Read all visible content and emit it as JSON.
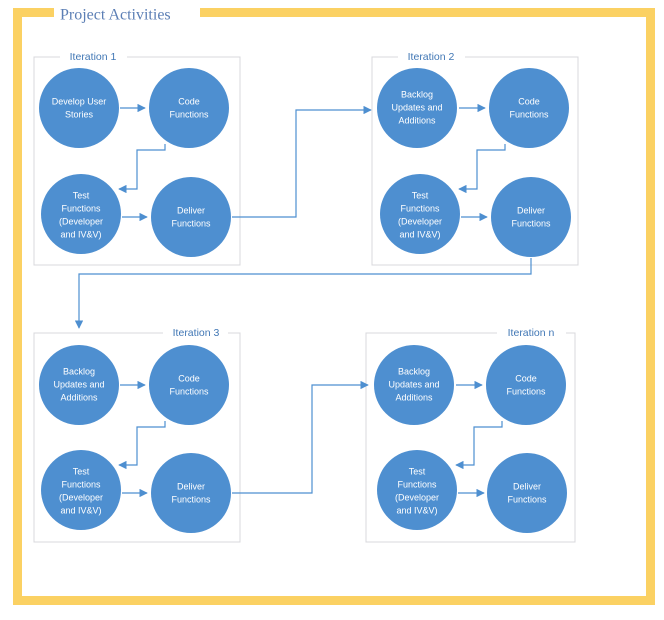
{
  "document": {
    "title": "Project Activities",
    "frame_color": "#FBD163",
    "node_color": "#4E8FD0",
    "connector_color": "#4E8FD0",
    "group_border_color": "#d8d8dc",
    "title_color": "#5C7FB5",
    "group_label_color": "#4177B5"
  },
  "groups": [
    {
      "id": "iteration-1",
      "label": "Iteration 1",
      "nodes": [
        {
          "id": "develop-user-stories",
          "lines": [
            "Develop User",
            "Stories"
          ]
        },
        {
          "id": "code-functions",
          "lines": [
            "Code",
            "Functions"
          ]
        },
        {
          "id": "test-functions",
          "lines": [
            "Test",
            "Functions",
            "(Developer",
            "and IV&V)"
          ]
        },
        {
          "id": "deliver-functions",
          "lines": [
            "Deliver",
            "Functions"
          ]
        }
      ]
    },
    {
      "id": "iteration-2",
      "label": "Iteration 2",
      "nodes": [
        {
          "id": "backlog-updates",
          "lines": [
            "Backlog",
            "Updates and",
            "Additions"
          ]
        },
        {
          "id": "code-functions",
          "lines": [
            "Code",
            "Functions"
          ]
        },
        {
          "id": "test-functions",
          "lines": [
            "Test",
            "Functions",
            "(Developer",
            "and IV&V)"
          ]
        },
        {
          "id": "deliver-functions",
          "lines": [
            "Deliver",
            "Functions"
          ]
        }
      ]
    },
    {
      "id": "iteration-3",
      "label": "Iteration 3",
      "nodes": [
        {
          "id": "backlog-updates",
          "lines": [
            "Backlog",
            "Updates and",
            "Additions"
          ]
        },
        {
          "id": "code-functions",
          "lines": [
            "Code",
            "Functions"
          ]
        },
        {
          "id": "test-functions",
          "lines": [
            "Test",
            "Functions",
            "(Developer",
            "and IV&V)"
          ]
        },
        {
          "id": "deliver-functions",
          "lines": [
            "Deliver",
            "Functions"
          ]
        }
      ]
    },
    {
      "id": "iteration-n",
      "label": "Iteration n",
      "nodes": [
        {
          "id": "backlog-updates",
          "lines": [
            "Backlog",
            "Updates and",
            "Additions"
          ]
        },
        {
          "id": "code-functions",
          "lines": [
            "Code",
            "Functions"
          ]
        },
        {
          "id": "test-functions",
          "lines": [
            "Test",
            "Functions",
            "(Developer",
            "and IV&V)"
          ]
        },
        {
          "id": "deliver-functions",
          "lines": [
            "Deliver",
            "Functions"
          ]
        }
      ]
    }
  ],
  "flow": {
    "within_iteration": [
      "start -> Code Functions",
      "Code Functions -> Test Functions",
      "Test Functions -> Deliver Functions"
    ],
    "between_iterations": [
      "Iteration 1 Deliver -> Iteration 2 Backlog",
      "Iteration 2 Deliver -> Iteration 3 Backlog",
      "Iteration 3 Deliver -> Iteration n Backlog"
    ]
  }
}
